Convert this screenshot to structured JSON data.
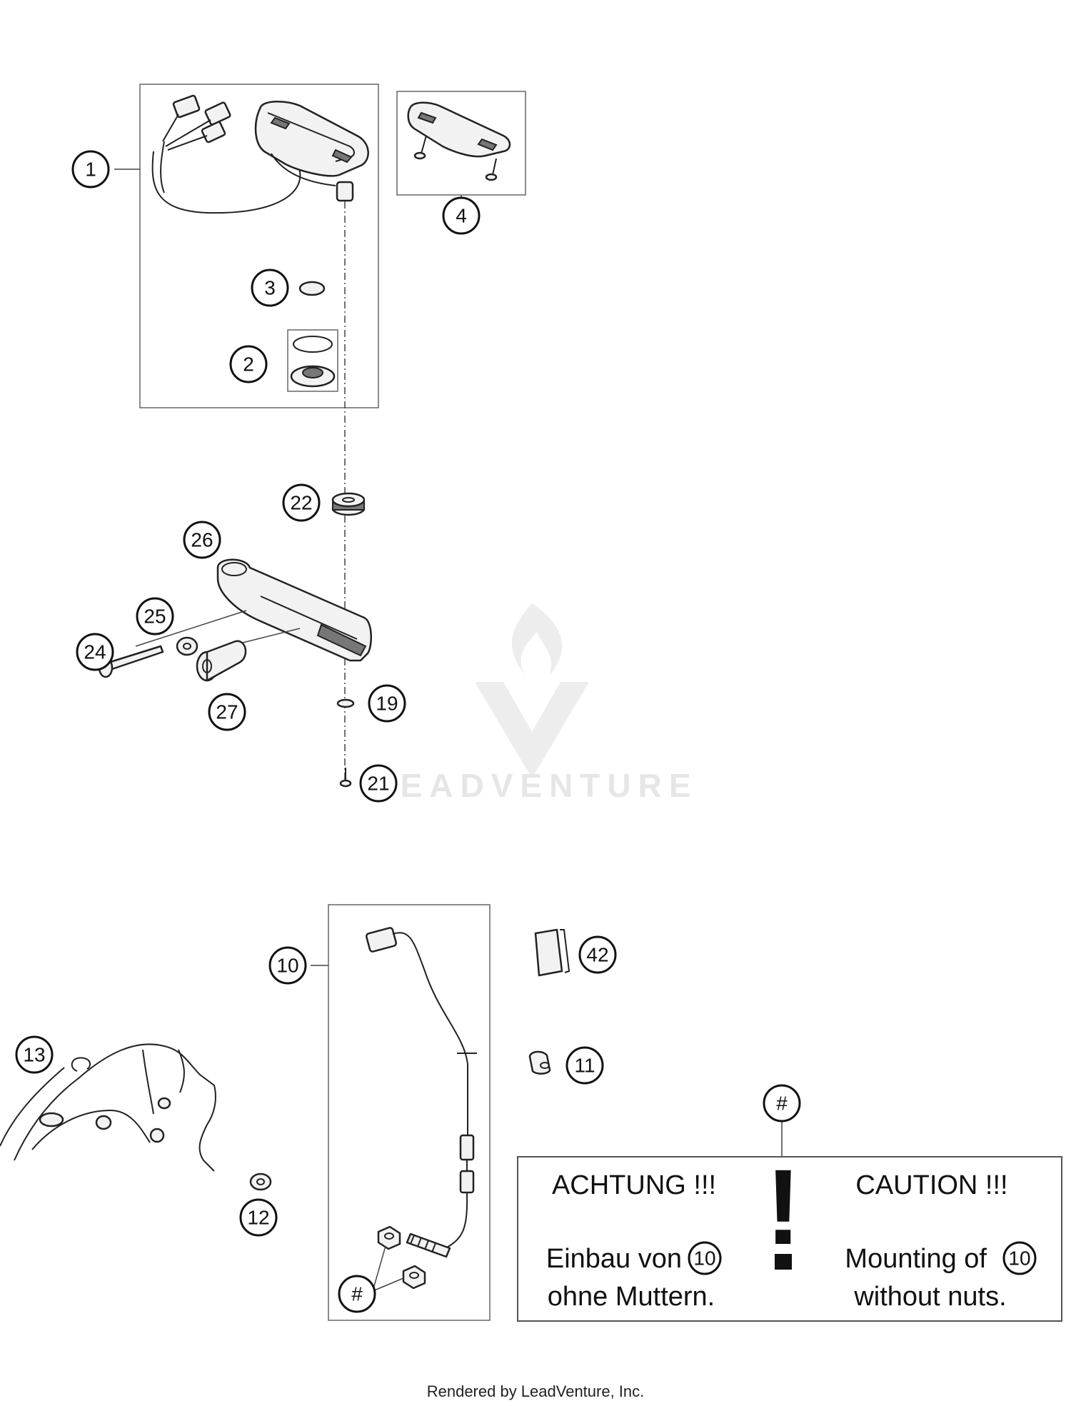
{
  "callouts": {
    "c1": "1",
    "c2": "2",
    "c3": "3",
    "c4": "4",
    "c10": "10",
    "c11": "11",
    "c12": "12",
    "c13": "13",
    "c19": "19",
    "c21": "21",
    "c22": "22",
    "c24": "24",
    "c25": "25",
    "c26": "26",
    "c27": "27",
    "c42": "42",
    "hash_top": "#",
    "hash_bottom": "#"
  },
  "caution": {
    "de_heading": "ACHTUNG !!!",
    "en_heading": "CAUTION !!!",
    "de_line1": "Einbau von",
    "de_ref": "10",
    "de_line2": "ohne Muttern.",
    "en_line1": "Mounting of",
    "en_ref": "10",
    "en_line2": "without nuts.",
    "mark": "!"
  },
  "watermark": {
    "text": "LEADVENTURE"
  },
  "footer": {
    "text": "Rendered by LeadVenture, Inc."
  }
}
